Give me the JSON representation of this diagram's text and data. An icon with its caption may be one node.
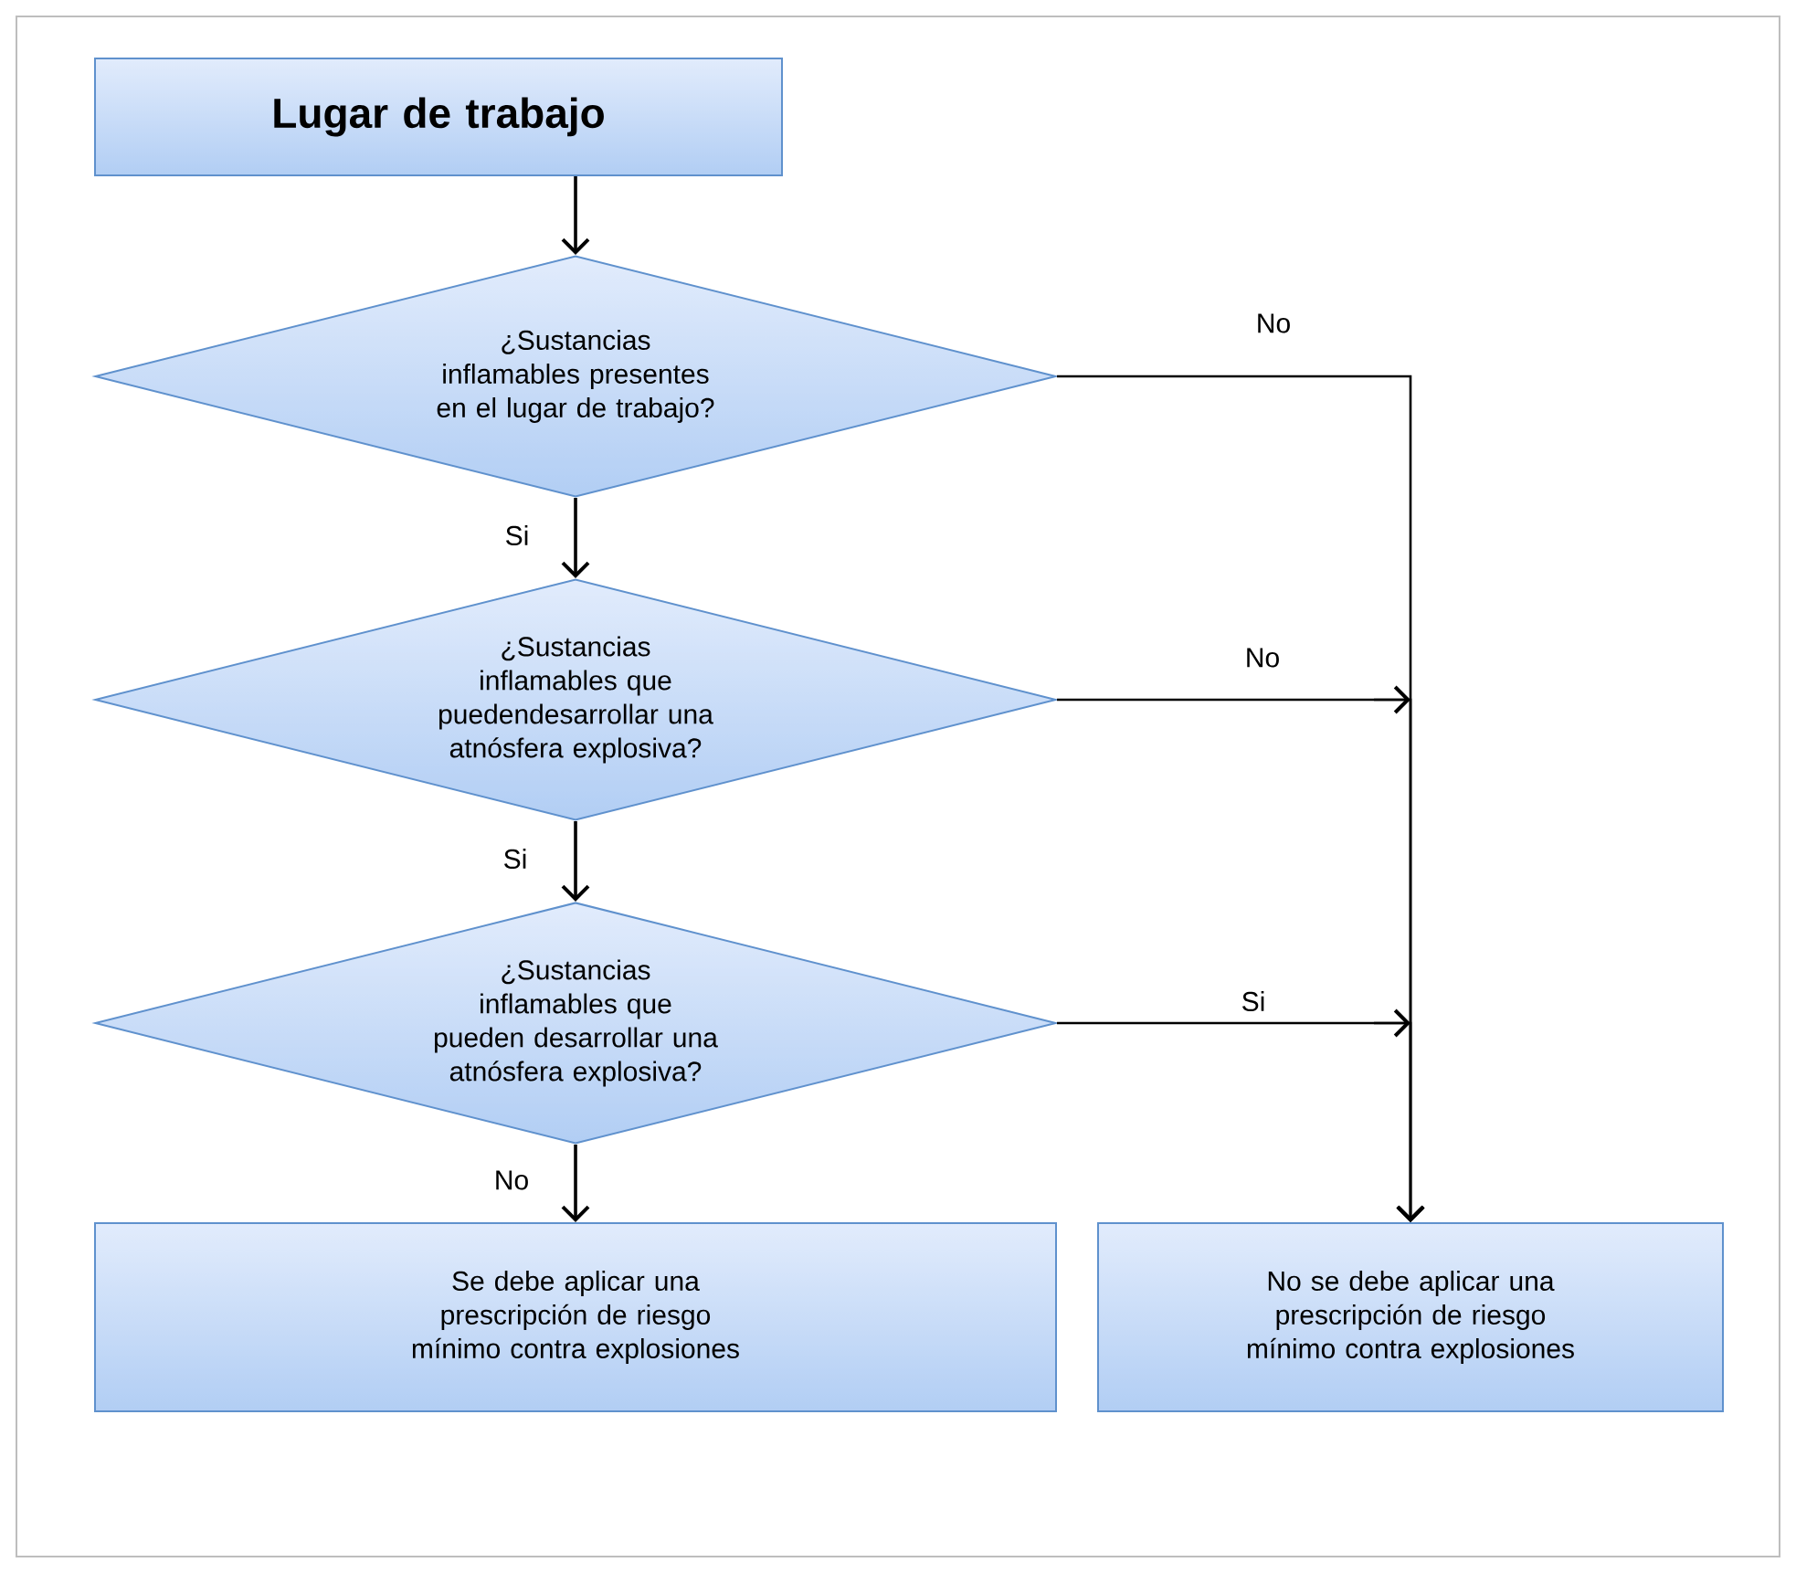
{
  "diagram": {
    "nodes": [
      {
        "text": [
          "Lugar de trabajo"
        ]
      },
      {
        "text": [
          "¿Sustancias inflamables presentes en el lugar de trabajo?"
        ]
      },
      {
        "text": [
          "¿Sustancias inflamables que puedendesarrollar una atnósfera explosiva?"
        ]
      },
      {
        "text": [
          "¿Sustancias inflamables que pueden desarrollar una atnósfera explosiva?"
        ]
      },
      {
        "text": [
          "Se debe aplicar una prescripción de riesgo mínimo contra explosiones"
        ]
      },
      {
        "text": [
          "No se debe aplicar una prescripción de riesgo mínimo contra explosiones"
        ]
      }
    ],
    "edges": [
      {
        "from": 0,
        "to": 1,
        "arrow": "to"
      },
      {
        "from": 1,
        "to": 2,
        "arrow": "to",
        "label": "Si"
      },
      {
        "from": 1,
        "to": 5,
        "arrow": "to",
        "label": "No"
      },
      {
        "from": 2,
        "to": 3,
        "arrow": "to",
        "label": "Si"
      },
      {
        "from": 2,
        "to": 5,
        "arrow": "to",
        "label": "No"
      },
      {
        "from": 3,
        "to": 4,
        "arrow": "to",
        "label": "No"
      },
      {
        "from": 3,
        "to": 5,
        "arrow": "to",
        "label": "Si"
      }
    ]
  }
}
